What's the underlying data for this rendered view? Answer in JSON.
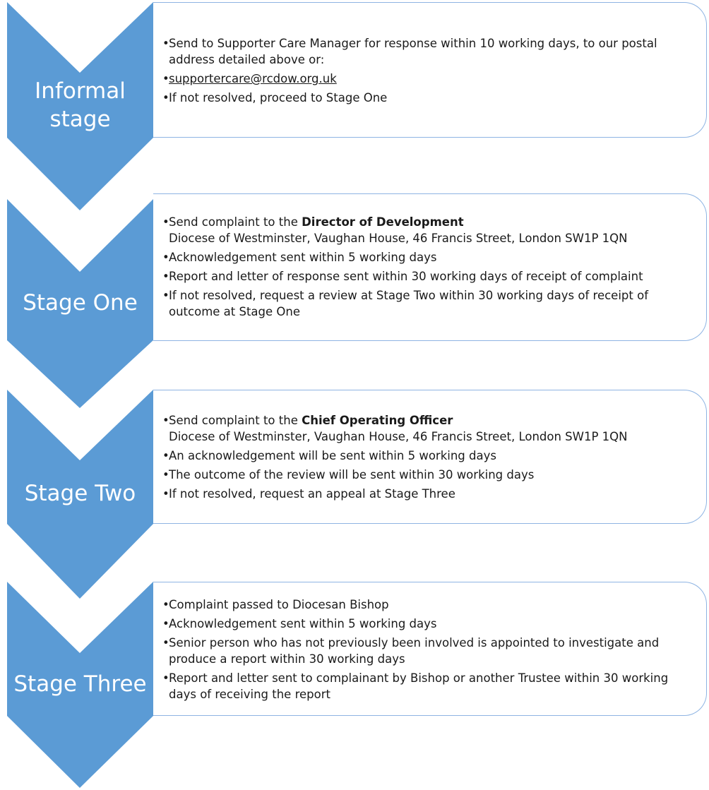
{
  "colors": {
    "chevron": "#5b9bd5",
    "card_border": "#8eb4e3",
    "text": "#1a1a1a",
    "label": "#ffffff"
  },
  "stages": [
    {
      "label": "Informal stage",
      "label_lines": [
        "Informal",
        "stage"
      ],
      "items": [
        {
          "text": "Send to Supporter Care Manager for response within 10 working days, to our postal address detailed above or:"
        },
        {
          "text": "supportercare@rcdow.org.uk",
          "link": true
        },
        {
          "text": "If not resolved, proceed to Stage One"
        }
      ]
    },
    {
      "label": "Stage One",
      "label_lines": [
        "Stage One"
      ],
      "items": [
        {
          "prefix": "Send complaint to  the ",
          "bold": "Director of Development",
          "subline": "Diocese of Westminster, Vaughan House, 46 Francis Street, London SW1P 1QN"
        },
        {
          "text": "Acknowledgement sent within 5 working days"
        },
        {
          "text": "Report and letter of response sent within 30 working days of receipt of complaint"
        },
        {
          "text": "If not resolved, request a review at Stage Two within 30 working days of receipt of outcome at Stage One"
        }
      ]
    },
    {
      "label": "Stage Two",
      "label_lines": [
        "Stage Two"
      ],
      "items": [
        {
          "prefix": "Send complaint to the ",
          "bold": "Chief Operating Officer",
          "subline": "Diocese of Westminster, Vaughan House, 46 Francis Street, London SW1P 1QN"
        },
        {
          "text": "An acknowledgement will be sent within 5 working days"
        },
        {
          "text": "The outcome of the review will be sent within 30 working days"
        },
        {
          "text": "If not resolved, request an appeal at Stage Three"
        }
      ]
    },
    {
      "label": "Stage Three",
      "label_lines": [
        "Stage Three"
      ],
      "items": [
        {
          "text": "Complaint passed to Diocesan Bishop"
        },
        {
          "text": "Acknowledgement sent within 5 working days"
        },
        {
          "text": "Senior person who has not previously been involved is appointed to investigate and produce a report within 30 working days"
        },
        {
          "text": "Report and letter sent to complainant by Bishop or another Trustee within 30 working days of receiving the report"
        }
      ]
    }
  ]
}
